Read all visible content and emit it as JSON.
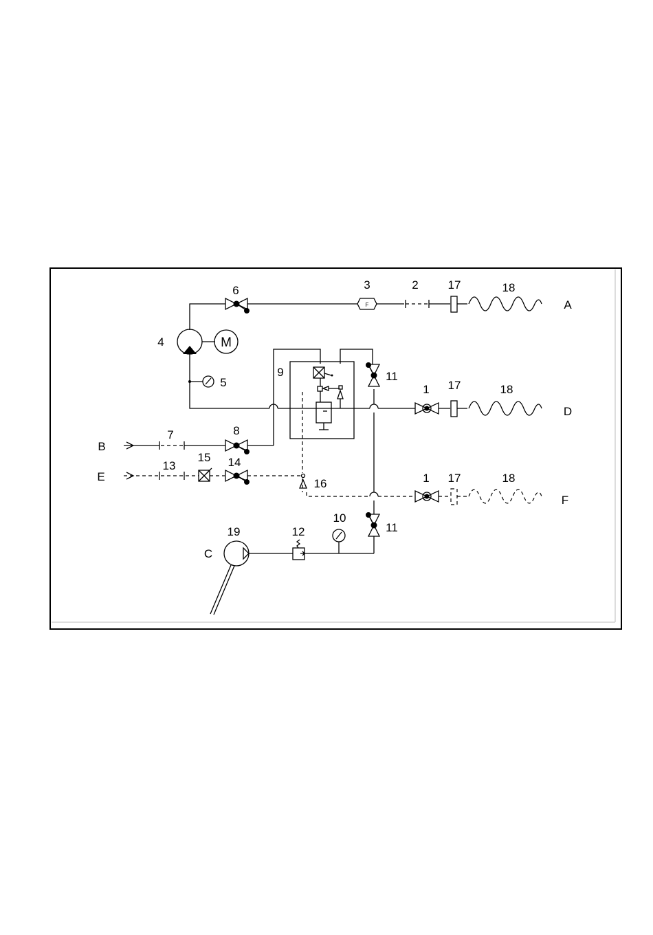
{
  "diagram": {
    "ports": {
      "A": "A",
      "B": "B",
      "C": "C",
      "D": "D",
      "E": "E",
      "F": "F"
    },
    "numbers": {
      "n1": "1",
      "n2": "2",
      "n3": "3",
      "n4": "4",
      "n5": "5",
      "n6": "6",
      "n7": "7",
      "n8": "8",
      "n9": "9",
      "n10": "10",
      "n11": "11",
      "n12": "12",
      "n13": "13",
      "n14": "14",
      "n15": "15",
      "n16": "16",
      "n17": "17",
      "n18": "18",
      "n19": "19"
    },
    "symbols": {
      "filter_letter": "F",
      "motor_letter": "M"
    }
  }
}
